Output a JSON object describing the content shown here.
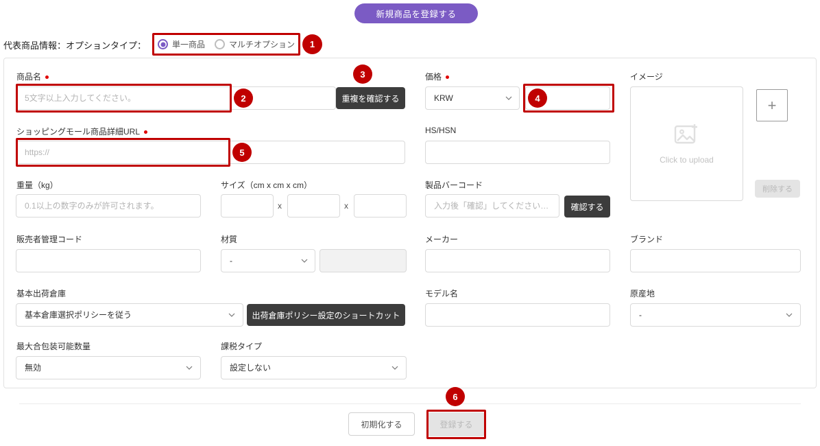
{
  "header": {
    "register_new_product_button": "新規商品を登録する"
  },
  "option_type": {
    "label": "代表商品情報：オプションタイプ：",
    "options": [
      {
        "label": "単一商品",
        "selected": true
      },
      {
        "label": "マルチオプション",
        "selected": false
      }
    ],
    "selected_color": "#7b5bc4"
  },
  "fields": {
    "product_name": {
      "label": "商品名",
      "required": true,
      "placeholder": "5文字以上入力してください。",
      "value": "",
      "duplicate_check_button": "重複を確認する"
    },
    "mall_url": {
      "label": "ショッピングモール商品詳細URL",
      "required": true,
      "placeholder": "https://",
      "value": ""
    },
    "price": {
      "label": "価格",
      "required": true,
      "currency": "KRW",
      "value": "",
      "placeholder": ""
    },
    "hs_hsn": {
      "label": "HS/HSN",
      "value": "",
      "placeholder": ""
    },
    "weight": {
      "label": "重量（kg）",
      "placeholder": "0.1以上の数字のみが許可されます。",
      "value": ""
    },
    "size": {
      "label": "サイズ（cm x cm x cm）",
      "separator": "x",
      "width": "",
      "depth": "",
      "height": ""
    },
    "barcode": {
      "label": "製品バーコード",
      "placeholder": "入力後「確認」してください…",
      "value": "",
      "confirm_button": "確認する"
    },
    "seller_code": {
      "label": "販売者管理コード",
      "value": "",
      "placeholder": ""
    },
    "material": {
      "label": "材質",
      "selected": "-",
      "detail_value": "",
      "detail_disabled": true
    },
    "maker": {
      "label": "メーカー",
      "value": "",
      "placeholder": ""
    },
    "brand": {
      "label": "ブランド",
      "value": "",
      "placeholder": ""
    },
    "default_warehouse": {
      "label": "基本出荷倉庫",
      "selected": "基本倉庫選択ポリシーを従う",
      "shortcut_button": "出荷倉庫ポリシー設定のショートカット"
    },
    "model_name": {
      "label": "モデル名",
      "value": "",
      "placeholder": ""
    },
    "origin": {
      "label": "原産地",
      "selected": "-"
    },
    "max_bundle_qty": {
      "label": "最大合包装可能数量",
      "selected": "無効"
    },
    "tax_type": {
      "label": "課税タイプ",
      "selected": "設定しない"
    },
    "image": {
      "label": "イメージ",
      "upload_caption": "Click to upload",
      "add_button": "+",
      "delete_button": "削除する",
      "delete_disabled": true
    }
  },
  "footer": {
    "reset_button": "初期化する",
    "submit_button": "登録する",
    "submit_disabled": true
  },
  "annotations": {
    "color": "#c00000",
    "markers": [
      {
        "number": "1",
        "target": "option-type-group"
      },
      {
        "number": "2",
        "target": "product-name-input"
      },
      {
        "number": "3",
        "target": "duplicate-check-button"
      },
      {
        "number": "4",
        "target": "price-input"
      },
      {
        "number": "5",
        "target": "mall-url-input"
      },
      {
        "number": "6",
        "target": "submit-button"
      }
    ]
  }
}
